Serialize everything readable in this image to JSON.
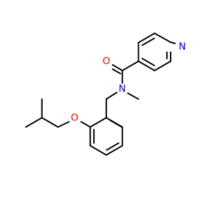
{
  "colors": {
    "background": "#ffffff",
    "carbon_bond": "#000000",
    "oxygen": "#ff0000",
    "nitrogen_amide": "#0000ff",
    "nitrogen_pyridine": "#0000ff"
  },
  "atoms": {
    "pyridine_n": {
      "label": "N",
      "color": "nitrogen_pyridine"
    },
    "carbonyl_o": {
      "label": "O",
      "color": "oxygen"
    },
    "amide_n": {
      "label": "N",
      "color": "nitrogen_amide"
    },
    "ether_o": {
      "label": "O",
      "color": "oxygen"
    }
  }
}
